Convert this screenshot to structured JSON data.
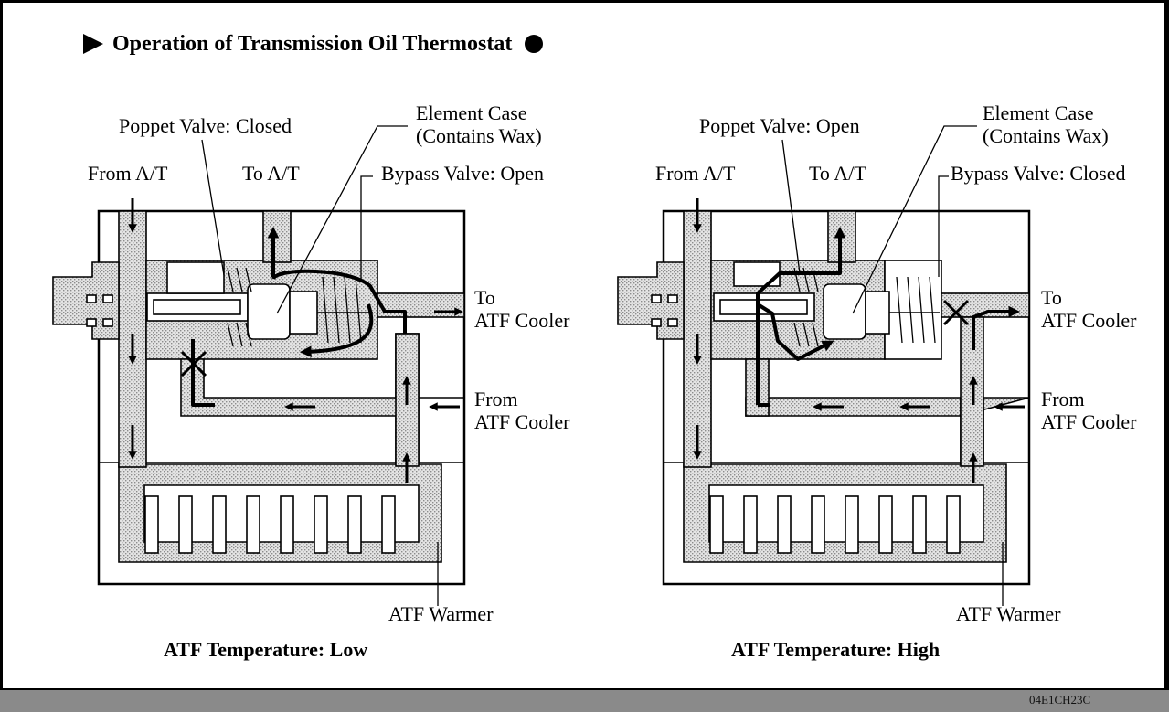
{
  "title": "Operation of Transmission Oil Thermostat",
  "figure_code": "04E1CH23C",
  "panels": {
    "low": {
      "poppet": "Poppet Valve: Closed",
      "element_case_1": "Element Case",
      "element_case_2": "(Contains Wax)",
      "from_at": "From A/T",
      "to_at": "To A/T",
      "bypass": "Bypass Valve: Open",
      "to_cooler_1": "To",
      "to_cooler_2": "ATF Cooler",
      "from_cooler_1": "From",
      "from_cooler_2": "ATF Cooler",
      "warmer": "ATF Warmer",
      "caption": "ATF Temperature: Low"
    },
    "high": {
      "poppet": "Poppet Valve: Open",
      "element_case_1": "Element Case",
      "element_case_2": "(Contains Wax)",
      "from_at": "From A/T",
      "to_at": "To A/T",
      "bypass": "Bypass Valve: Closed",
      "to_cooler_1": "To",
      "to_cooler_2": "ATF Cooler",
      "from_cooler_1": "From",
      "from_cooler_2": "ATF Cooler",
      "warmer": "ATF Warmer",
      "caption": "ATF Temperature: High"
    }
  }
}
